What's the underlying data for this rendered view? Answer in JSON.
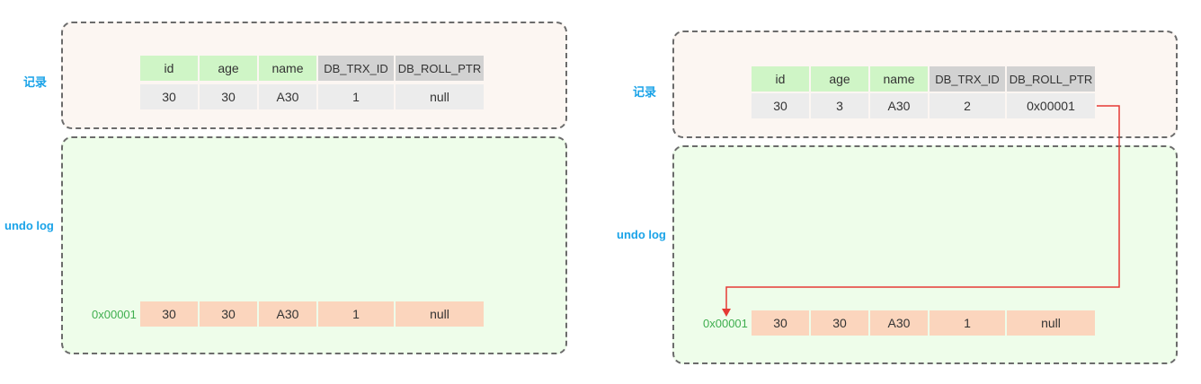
{
  "left": {
    "record_label": "记录",
    "undo_label": "undo log",
    "record_headers": [
      "id",
      "age",
      "name",
      "DB_TRX_ID",
      "DB_ROLL_PTR"
    ],
    "record_values": [
      "30",
      "30",
      "A30",
      "1",
      "null"
    ],
    "undo_address": "0x00001",
    "undo_values": [
      "30",
      "30",
      "A30",
      "1",
      "null"
    ]
  },
  "right": {
    "record_label": "记录",
    "undo_label": "undo log",
    "record_headers": [
      "id",
      "age",
      "name",
      "DB_TRX_ID",
      "DB_ROLL_PTR"
    ],
    "record_values": [
      "30",
      "3",
      "A30",
      "2",
      "0x00001"
    ],
    "undo_address": "0x00001",
    "undo_values": [
      "30",
      "30",
      "A30",
      "1",
      "null"
    ]
  },
  "colors": {
    "label_blue": "#1aa3e8",
    "address_green": "#3fae4f",
    "pointer_red": "#e53935",
    "header_green": "#cff5c6",
    "header_gray": "#d2d2d2",
    "undo_orange": "#fbd5bd"
  }
}
